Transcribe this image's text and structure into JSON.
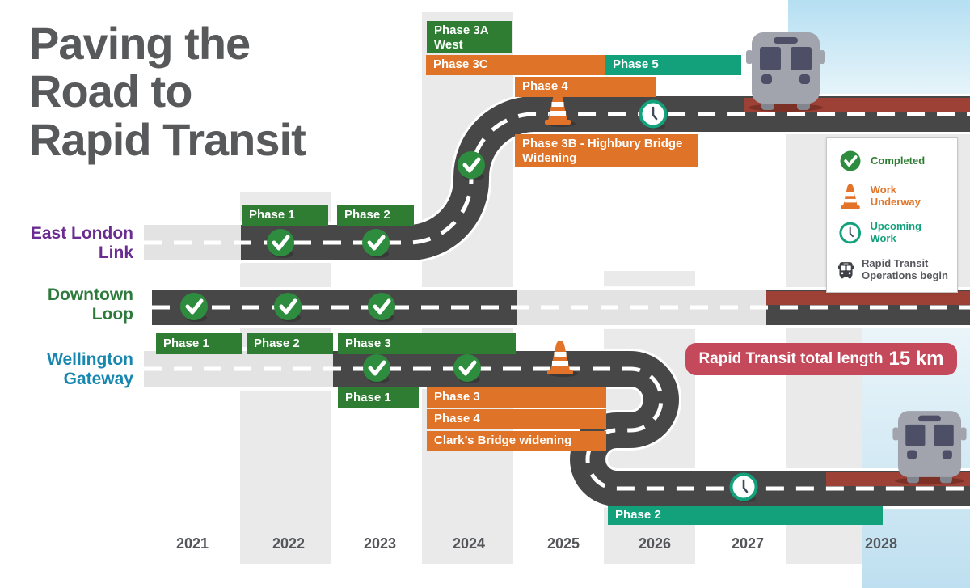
{
  "title": {
    "line1": "Paving the",
    "line2": "Road to",
    "line3": "Rapid Transit"
  },
  "rows": {
    "east_london": {
      "name_line1": "East London",
      "name_line2": "Link",
      "label_color": "#6A2C91",
      "phases": [
        {
          "label": "Phase 1",
          "status": "completed"
        },
        {
          "label": "Phase 2",
          "status": "completed"
        },
        {
          "label": "Phase 3A West",
          "status": "completed"
        },
        {
          "label": "Phase 3C",
          "status": "work-underway"
        },
        {
          "label": "Phase 4",
          "status": "work-underway"
        },
        {
          "label": "Phase 3B - Highbury Bridge Widening",
          "status": "work-underway"
        },
        {
          "label": "Phase 5",
          "status": "upcoming"
        }
      ]
    },
    "downtown": {
      "name_line1": "Downtown",
      "name_line2": "Loop",
      "label_color": "#2C7A3C",
      "phases": [
        {
          "label": "Phase 1",
          "status": "completed"
        },
        {
          "label": "Phase 2",
          "status": "completed"
        },
        {
          "label": "Phase 3",
          "status": "completed"
        }
      ]
    },
    "wellington": {
      "name_line1": "Wellington",
      "name_line2": "Gateway",
      "label_color": "#1787B0",
      "phases": [
        {
          "label": "Phase 1",
          "status": "completed"
        },
        {
          "label": "Phase 3",
          "status": "work-underway"
        },
        {
          "label": "Phase 4",
          "status": "work-underway"
        },
        {
          "label": "Clark’s Bridge widening",
          "status": "work-underway"
        },
        {
          "label": "Phase 2",
          "status": "upcoming"
        }
      ]
    }
  },
  "legend": {
    "items": [
      {
        "icon": "check-icon",
        "label": "Completed",
        "color": "#2E7D32"
      },
      {
        "icon": "traffic-cone-icon",
        "label": "Work Underway",
        "color": "#E0752B"
      },
      {
        "icon": "clock-icon",
        "label": "Upcoming Work",
        "color": "#13A17C"
      },
      {
        "icon": "bus-icon",
        "label": "Rapid Transit Operations begin",
        "color": "#56575B"
      }
    ]
  },
  "badge": {
    "text": "Rapid Transit total length",
    "value": "15 km",
    "color": "#C4495A"
  },
  "years": [
    "2021",
    "2022",
    "2023",
    "2024",
    "2025",
    "2026",
    "2027",
    "2028"
  ],
  "status_colors": {
    "completed_box": "#2E7D32",
    "work_underway_box": "#DF7327",
    "upcoming_box": "#13A17C",
    "badge_red": "#C4495A"
  },
  "road_colors": {
    "asphalt": "#474747",
    "dedicated_lane_red": "#9D4136",
    "stripe_gray": "#EAEAEA"
  }
}
